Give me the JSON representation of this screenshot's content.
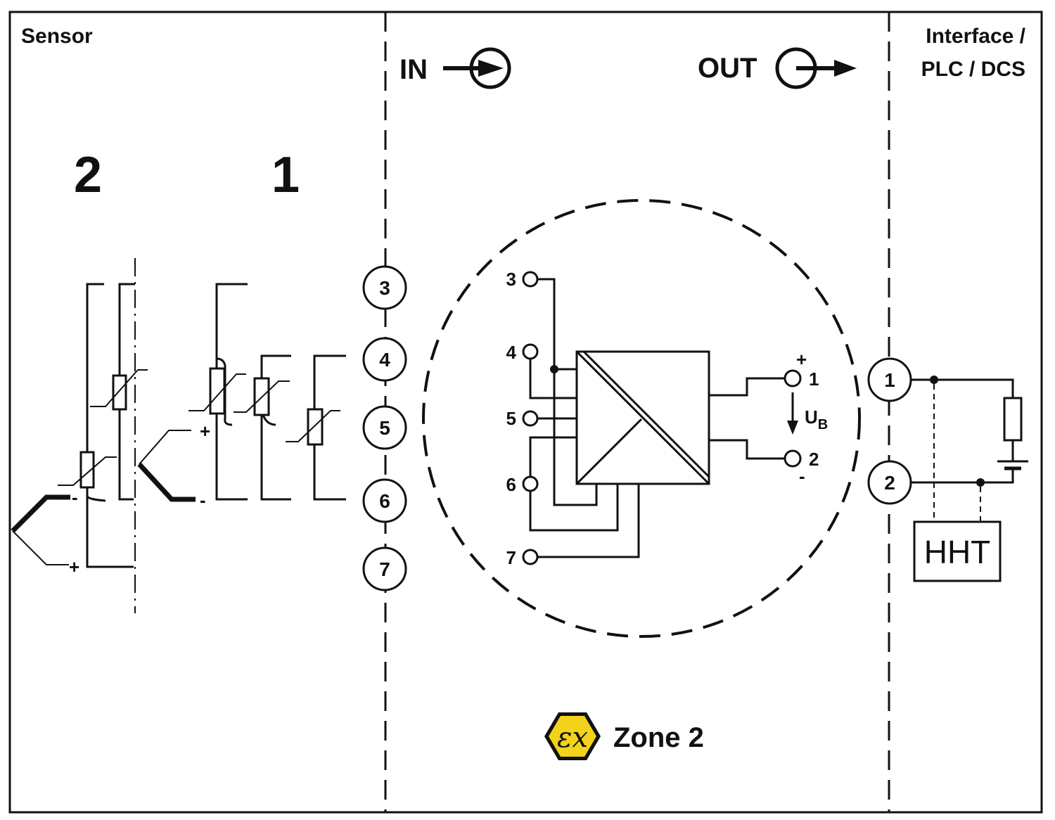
{
  "sections": {
    "sensor": "Sensor",
    "interface_line1": "Interface /",
    "interface_line2": "PLC / DCS"
  },
  "flow": {
    "in": "IN",
    "out": "OUT"
  },
  "variants": {
    "two": "2",
    "one": "1"
  },
  "input_terminals": [
    "3",
    "4",
    "5",
    "6",
    "7"
  ],
  "module_inputs": [
    "3",
    "4",
    "5",
    "6",
    "7"
  ],
  "module_outputs": {
    "pos": "1",
    "neg": "2",
    "plus": "+",
    "minus": "-"
  },
  "supply_label": {
    "main": "U",
    "sub": "B"
  },
  "output_terminals": [
    "1",
    "2"
  ],
  "sensor_signs": {
    "plus": "+",
    "minus": "-"
  },
  "hht": "HHT",
  "zone": {
    "symbol_text": "εx",
    "label": "Zone 2",
    "badge_color": "#f2d21b"
  }
}
